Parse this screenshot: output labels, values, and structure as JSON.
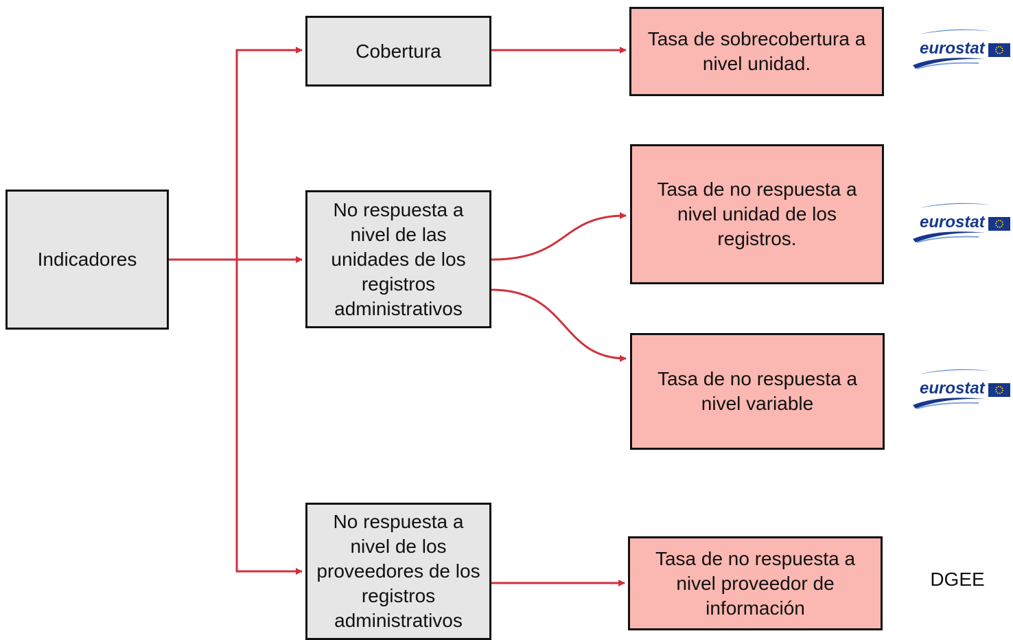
{
  "colors": {
    "connector": "#d0303c",
    "category_fill": "#e6e6e6",
    "indicator_fill": "#fbb7b1",
    "border": "#111111",
    "eurostat_blue": "#16378c",
    "eu_flag_yellow": "#ffcc00"
  },
  "nodes": {
    "root": "Indicadores",
    "coverage": "Cobertura",
    "unit_nonresponse": "No respuesta a nivel de las unidades de los registros administrativos",
    "provider_nonresponse": "No respuesta a nivel de los proveedores de los registros administrativos",
    "overcoverage_rate": "Tasa de sobrecobertura a nivel unidad.",
    "unit_nonresponse_rate": "Tasa de no respuesta a nivel unidad de los registros.",
    "variable_nonresponse_rate": "Tasa de no respuesta a nivel variable",
    "provider_nonresponse_rate": "Tasa de no respuesta a nivel proveedor de información"
  },
  "sources": {
    "eurostat_logo_text": "eurostat",
    "eurostat_icon": "eurostat-logo-icon",
    "dgee": "DGEE"
  }
}
